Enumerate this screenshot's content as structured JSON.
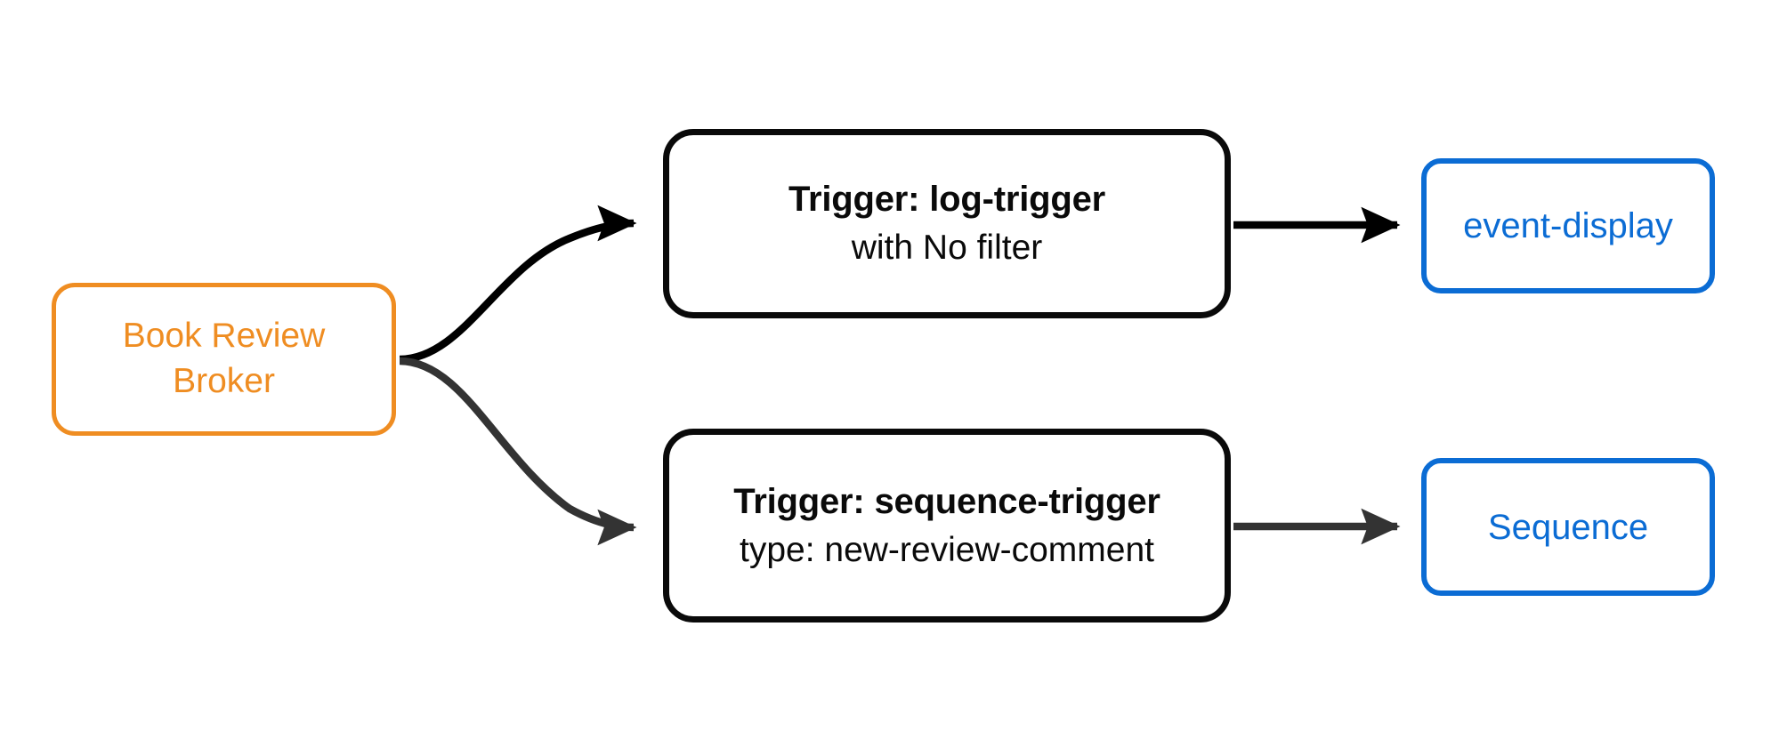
{
  "diagram": {
    "type": "flow-diagram",
    "orientation": "left-to-right",
    "background_color": "#ffffff",
    "colors": {
      "broker_orange": "#ef8d22",
      "trigger_black": "#0a0a0a",
      "sink_blue": "#0b6cd4",
      "edge_black": "#000000",
      "edge_gray": "#333333"
    },
    "nodes": {
      "broker": {
        "label_line1": "Book Review",
        "label_line2": "Broker",
        "shape": "rounded-rectangle",
        "color": "#ef8d22"
      },
      "trigger_log": {
        "title": "Trigger: log-trigger",
        "subtitle": "with No filter",
        "shape": "rounded-rectangle",
        "color": "#0a0a0a"
      },
      "trigger_sequence": {
        "title": "Trigger: sequence-trigger",
        "subtitle": "type: new-review-comment",
        "shape": "rounded-rectangle",
        "color": "#0a0a0a"
      },
      "sink_event_display": {
        "label": "event-display",
        "shape": "rounded-rectangle",
        "color": "#0b6cd4"
      },
      "sink_sequence": {
        "label": "Sequence",
        "shape": "rounded-rectangle",
        "color": "#0b6cd4"
      }
    },
    "edges": [
      {
        "id": "broker-to-log-trigger",
        "from": "broker",
        "to": "trigger_log",
        "label": "",
        "style": "curved",
        "color": "#000000",
        "arrowhead": "filled-triangle"
      },
      {
        "id": "broker-to-sequence-trigger",
        "from": "broker",
        "to": "trigger_sequence",
        "label": "",
        "style": "curved",
        "color": "#333333",
        "arrowhead": "filled-triangle"
      },
      {
        "id": "log-trigger-to-event-display",
        "from": "trigger_log",
        "to": "sink_event_display",
        "label": "",
        "style": "straight",
        "color": "#000000",
        "arrowhead": "filled-triangle"
      },
      {
        "id": "sequence-trigger-to-sequence",
        "from": "trigger_sequence",
        "to": "sink_sequence",
        "label": "",
        "style": "straight",
        "color": "#333333",
        "arrowhead": "filled-triangle"
      }
    ]
  }
}
